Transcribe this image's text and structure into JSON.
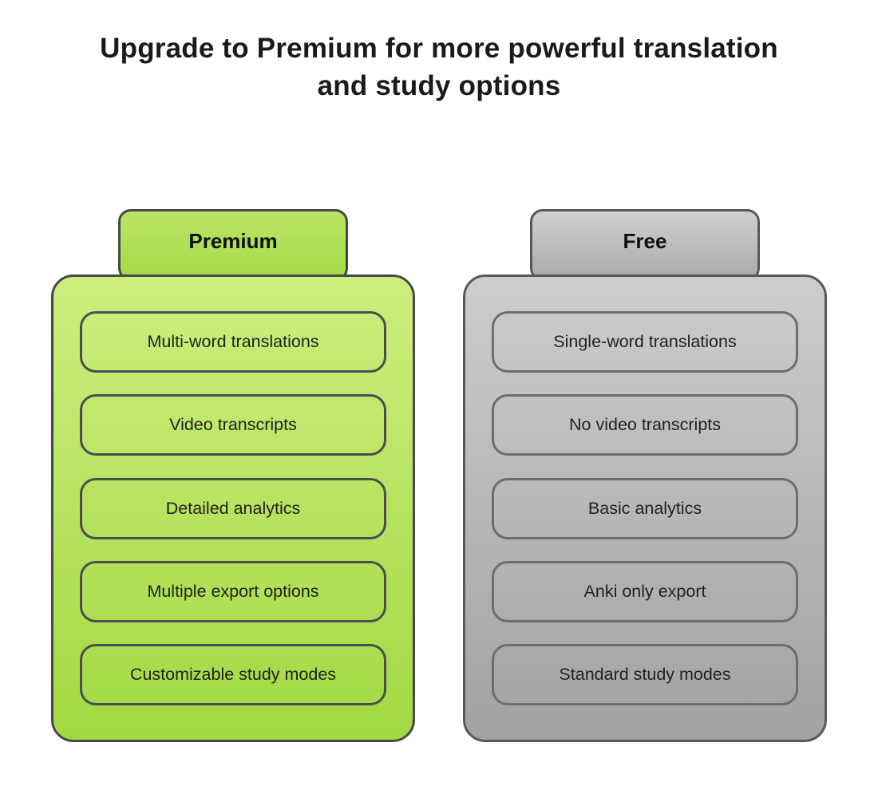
{
  "title": "Upgrade to Premium for more powerful translation\nand study options",
  "colors": {
    "title_color": "#1a1a1a",
    "text_color": "#222222",
    "premium_top": "#cdee7e",
    "premium_bottom": "#a2d942",
    "premium_tab_top": "#b9e564",
    "premium_tab_bottom": "#a6da47",
    "premium_border": "#46494c",
    "premium_item_border": "#4a4e51",
    "free_top": "#cdcdcd",
    "free_bottom": "#a2a2a2",
    "free_tab_top": "#d0d0d0",
    "free_tab_bottom": "#aaaaaa",
    "free_border": "#56595c",
    "free_item_border": "#6b6e70"
  },
  "columns": [
    {
      "id": "premium",
      "header": "Premium",
      "items": [
        "Multi-word translations",
        "Video transcripts",
        "Detailed analytics",
        "Multiple export options",
        "Customizable study modes"
      ]
    },
    {
      "id": "free",
      "header": "Free",
      "items": [
        "Single-word translations",
        "No video transcripts",
        "Basic analytics",
        "Anki only export",
        "Standard study modes"
      ]
    }
  ]
}
